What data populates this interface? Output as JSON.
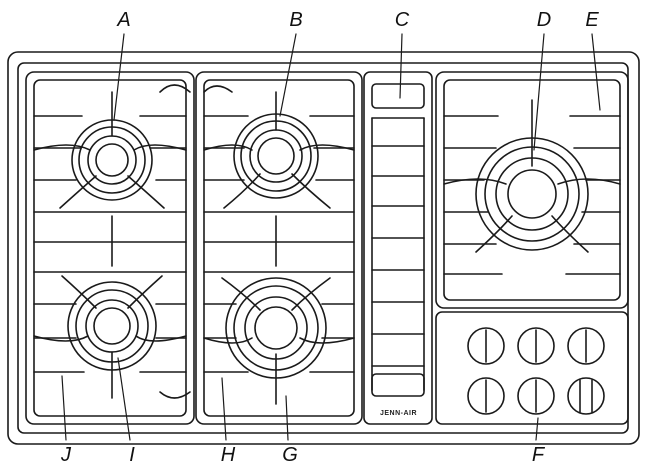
{
  "callouts": {
    "A": "A",
    "B": "B",
    "C": "C",
    "D": "D",
    "E": "E",
    "F": "F",
    "G": "G",
    "H": "H",
    "I": "I",
    "J": "J"
  },
  "brand_logo": "JENN-AIR",
  "colors": {
    "line": "#1a1a1a",
    "background": "#ffffff"
  }
}
